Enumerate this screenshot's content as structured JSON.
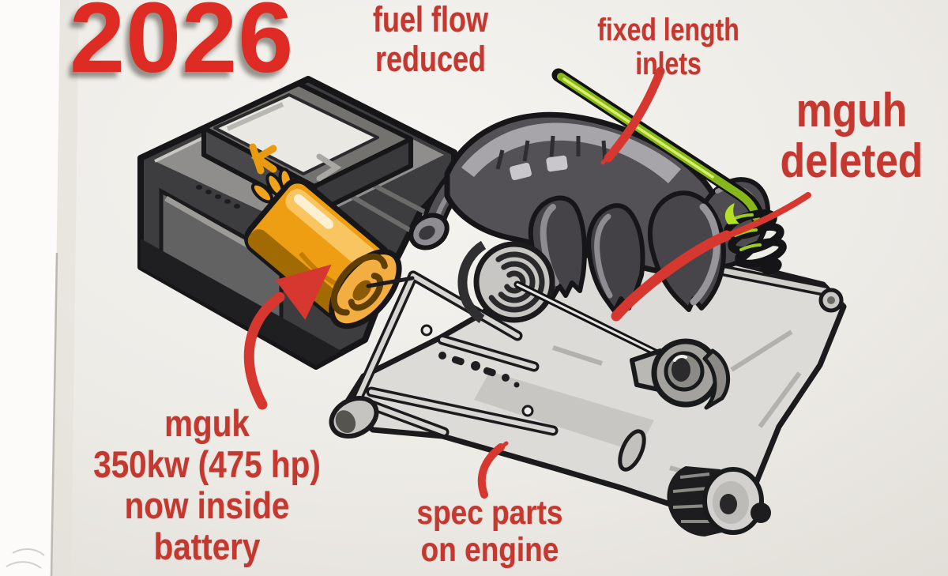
{
  "page": {
    "kind": "hand-drawn F1 2026 power-unit sketch",
    "year": "2026"
  },
  "annotations": {
    "fuel_flow": [
      "fuel flow",
      "reduced"
    ],
    "fixed_inlets": [
      "fixed length",
      "inlets"
    ],
    "mguh": [
      "mguh",
      "deleted"
    ],
    "mguk": [
      "mguk",
      "350kw (475 hp)",
      "now inside",
      "battery"
    ],
    "spec_parts": [
      "spec parts",
      "on engine"
    ]
  },
  "colors": {
    "title_red": "#de2c24",
    "annotation_red": "#c5382f",
    "arrow_red": "#d6372e",
    "paper": "#edebe6",
    "battery_gray": "#3d3d40",
    "motor_orange": "#ee9e12",
    "fuel_line_green": "#9ccb21",
    "engine_gray": "#dddbd7",
    "airbox_gray": "#535156"
  }
}
